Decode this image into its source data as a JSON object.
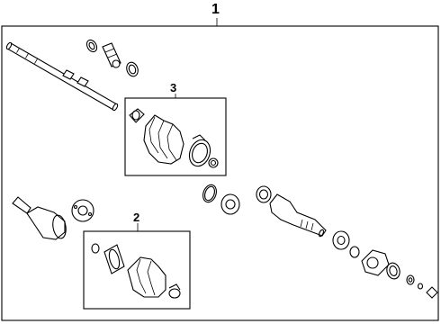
{
  "callouts": {
    "assembly": "1",
    "inner_group": "2",
    "outer_group": "3"
  }
}
